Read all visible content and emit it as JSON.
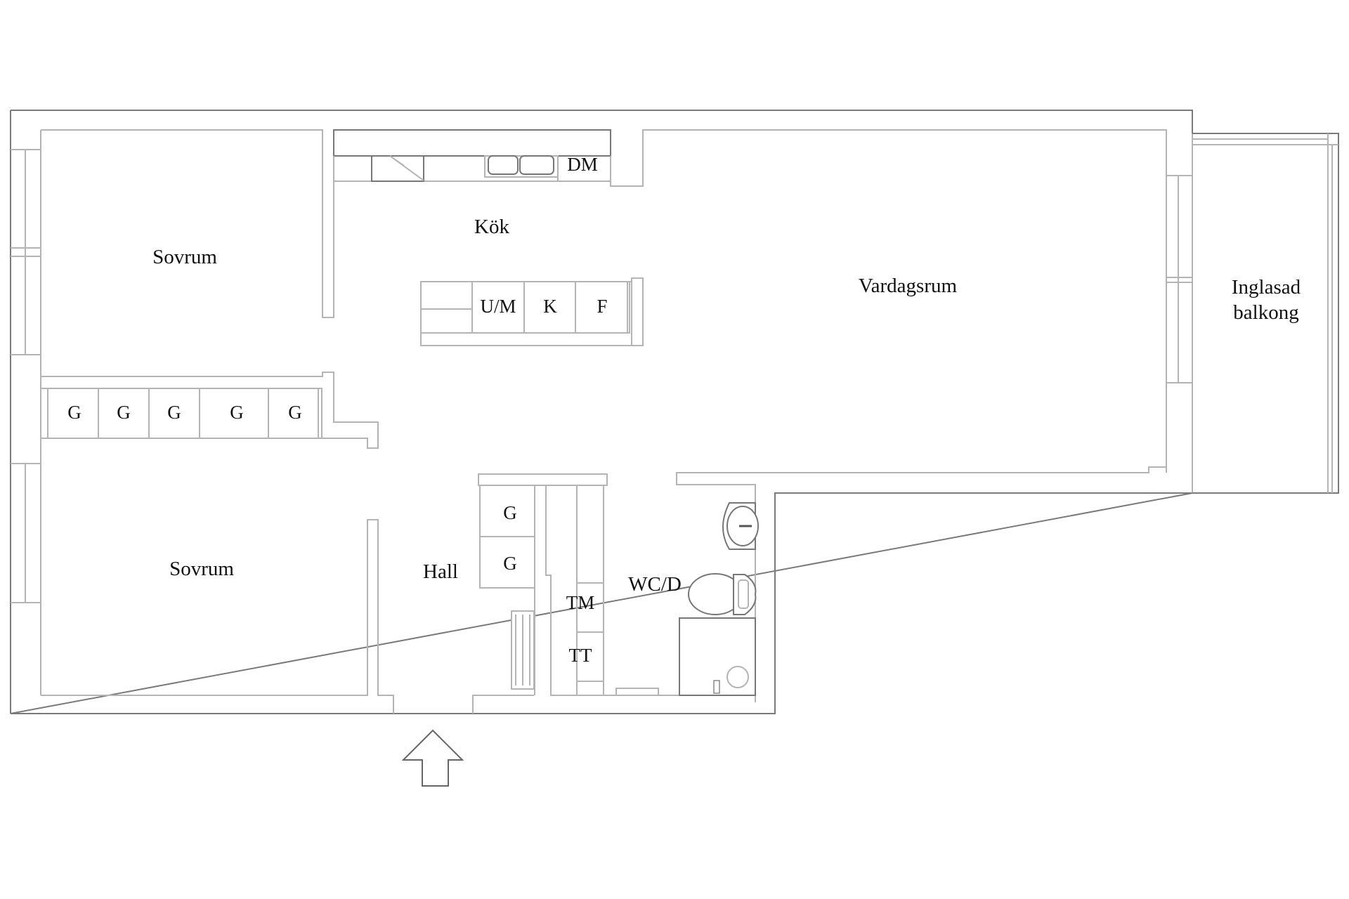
{
  "plan": {
    "rooms": {
      "bedroom_top": "Sovrum",
      "bedroom_bottom": "Sovrum",
      "kitchen": "Kök",
      "living_room": "Vardagsrum",
      "balcony_line1": "Inglasad",
      "balcony_line2": "balkong",
      "hall": "Hall",
      "bathroom": "WC/D"
    },
    "fixtures": {
      "dishwasher": "DM",
      "oven_micro": "U/M",
      "fridge": "K",
      "freezer": "F",
      "washer": "TM",
      "dryer": "TT"
    },
    "wardrobes_row": [
      "G",
      "G",
      "G",
      "G",
      "G"
    ],
    "wardrobes_hall": [
      "G",
      "G"
    ],
    "entrance_icon": "arrow-up-icon",
    "colors": {
      "background": "#ffffff",
      "wall_line": "#b4b4b4",
      "outer_wall_line": "#7a7a7a",
      "text": "#111111"
    }
  }
}
